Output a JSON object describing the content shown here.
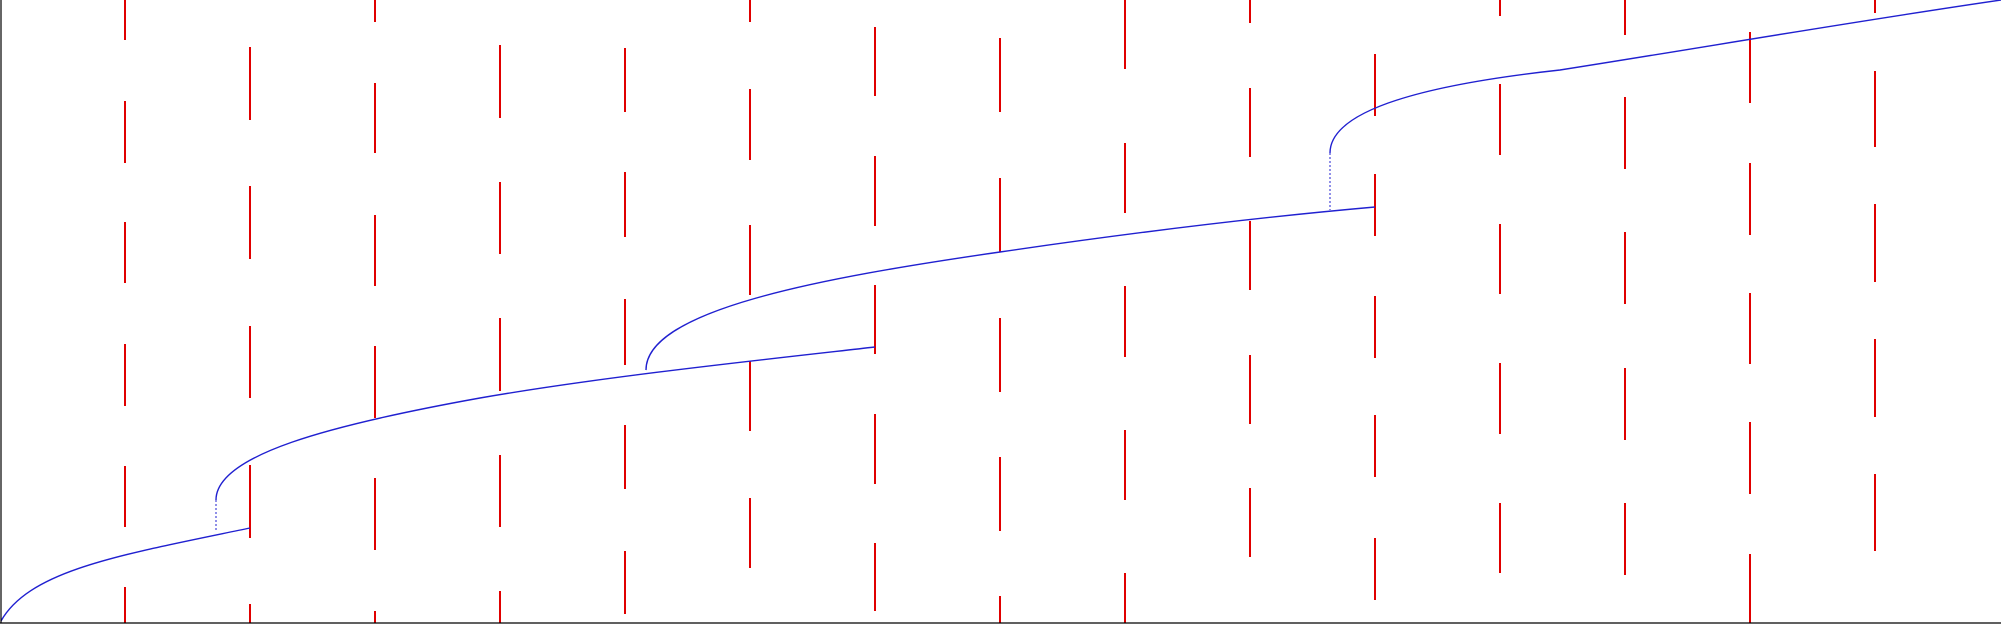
{
  "colors": {
    "needle": "#e00000",
    "curve": "#2020d0",
    "axis": "#000000",
    "background": "#ffffff"
  },
  "diagram": {
    "description_kind": "random-needle field with trajectory of stacked curves",
    "needle_columns": 16,
    "curve_segments": 4,
    "jump_connectors": 3
  }
}
